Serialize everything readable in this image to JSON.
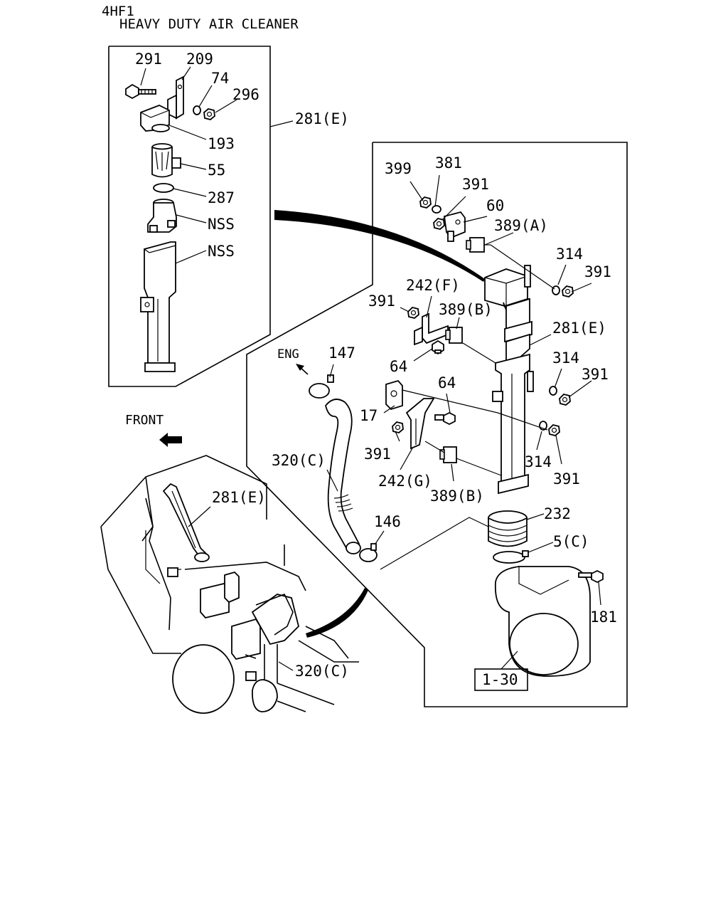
{
  "header": {
    "model_code": "4HF1",
    "title": "HEAVY DUTY AIR CLEANER"
  },
  "direction_labels": {
    "front": "FRONT",
    "engine": "ENG"
  },
  "callouts": {
    "c291": "291",
    "c209": "209",
    "c74": "74",
    "c296": "296",
    "c281e_inset": "281(E)",
    "c193": "193",
    "c55": "55",
    "c287": "287",
    "nss1": "NSS",
    "nss2": "NSS",
    "c399": "399",
    "c381": "381",
    "c391_a": "391",
    "c60": "60",
    "c389a": "389(A)",
    "c314_a": "314",
    "c391_b": "391",
    "c242f": "242(F)",
    "c391_c": "391",
    "c389b_a": "389(B)",
    "c281e_main": "281(E)",
    "c147": "147",
    "c64_a": "64",
    "c314_b": "314",
    "c391_d": "391",
    "c64_b": "64",
    "c17": "17",
    "c320c_main": "320(C)",
    "c391_e": "391",
    "c242g": "242(G)",
    "c389b_b": "389(B)",
    "c314_c": "314",
    "c391_f": "391",
    "c281e_vehicle": "281(E)",
    "c232": "232",
    "c146": "146",
    "c5c": "5(C)",
    "c181": "181",
    "c320c_vehicle": "320(C)",
    "ref_box": "1-30"
  }
}
